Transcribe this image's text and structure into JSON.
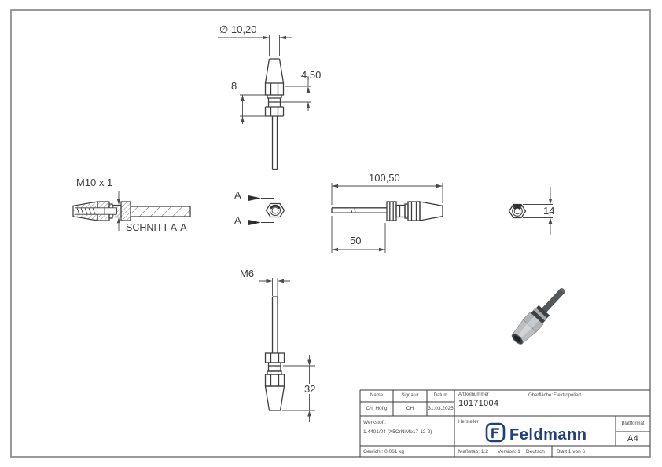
{
  "drawing": {
    "front_view": {
      "dia": "∅ 10,20",
      "dim_8": "8",
      "dim_450": "4,50"
    },
    "section_view": {
      "thread": "M10 x 1",
      "caption": "SCHNITT A-A"
    },
    "cut_marks": {
      "top": "A",
      "bottom": "A"
    },
    "side_view": {
      "total_length": "100,50",
      "rod_length": "50"
    },
    "end_view": {
      "across_flats": "14"
    },
    "stud_view": {
      "thread": "M6",
      "length": "32"
    }
  },
  "title_block": {
    "name_label": "Name",
    "signature_label": "Signatur",
    "date_label": "Datum",
    "name": "Ch. Höfig",
    "signature": "CH",
    "date": "31.03.2025",
    "article_label": "Artikelnummer",
    "article_number": "10171004",
    "surface_label": "Oberfläche:",
    "surface": "Elektropoliert",
    "material_label": "Werkstoff:",
    "material": "1.4401/04 (X5CrNiMo17-12-2)",
    "manufacturer_label": "Hersteller",
    "brand": "Feldmann",
    "format_label": "Blattformat",
    "format": "A4",
    "weight": "Gewicht: 0.061 kg",
    "scale": "Maßstab: 1:2",
    "version": "Version: 1",
    "language": "Deutsch",
    "sheet": "Blatt 1 von 6"
  },
  "colors": {
    "brand_blue": "#23407c",
    "line_dark": "#3e3e3e",
    "dim_line": "#4a4a4a",
    "border_gray": "#8f8f8f"
  }
}
